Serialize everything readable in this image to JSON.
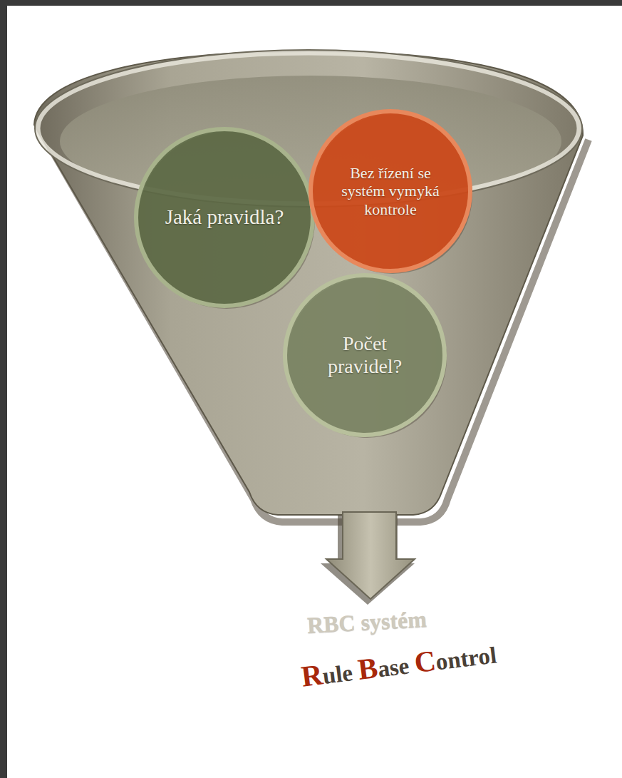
{
  "diagram": {
    "nodes": [
      {
        "text": [
          "Jaká pravidla?"
        ]
      },
      {
        "text": [
          "Bez řízení se systém vymyká kontrole"
        ]
      },
      {
        "text": [
          "Počet pravidel?"
        ]
      }
    ],
    "labels": [
      "RBC systém",
      "Rule Base Control"
    ]
  }
}
